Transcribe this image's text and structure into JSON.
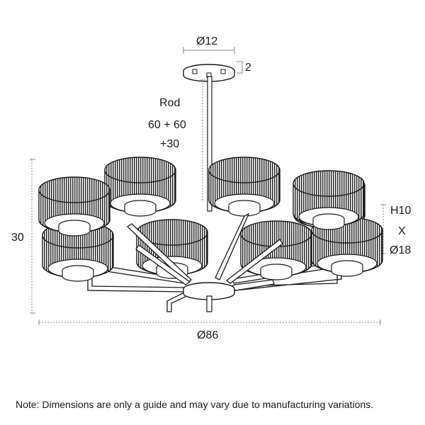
{
  "dimensions": {
    "canopy_diameter": "Ø12",
    "canopy_height": "2",
    "rod_title": "Rod",
    "rod_length_1": "60 + 60",
    "rod_length_2": "+30",
    "overall_height": "30",
    "overall_diameter": "Ø86",
    "shade_height": "H10",
    "shade_separator": "X",
    "shade_diameter": "Ø18"
  },
  "note": "Note: Dimensions are only a guide and may vary due to manufacturing variations.",
  "colors": {
    "line": "#1a1a1a",
    "dimension_line": "#888888",
    "shade_rib": "#2a2a2a",
    "background": "#ffffff"
  }
}
